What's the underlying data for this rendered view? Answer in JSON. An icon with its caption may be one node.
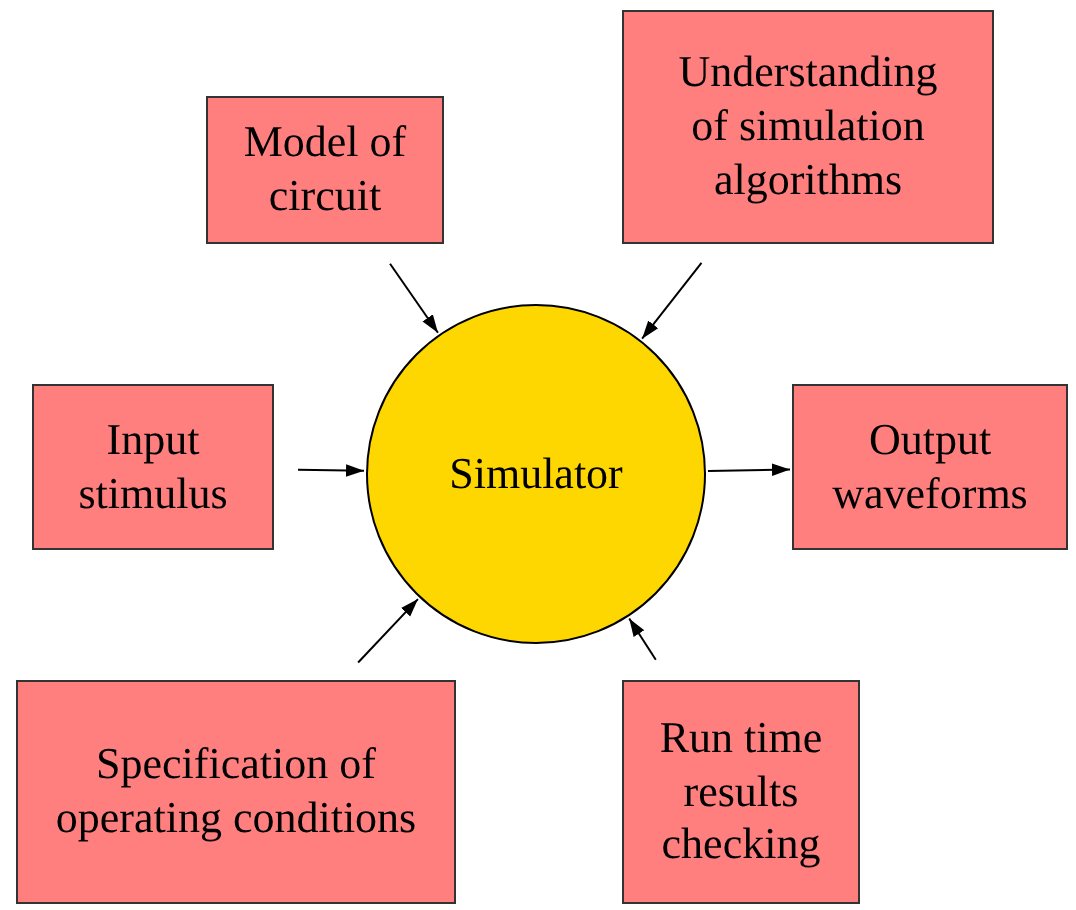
{
  "diagram": {
    "nodes": [
      {
        "text": [
          "Model of circuit"
        ]
      },
      {
        "text": [
          "Understanding of simulation algorithms"
        ]
      },
      {
        "text": [
          "Input stimulus"
        ]
      },
      {
        "text": [
          "Simulator"
        ]
      },
      {
        "text": [
          "Output waveforms"
        ]
      },
      {
        "text": [
          "Specification of operating conditions"
        ]
      },
      {
        "text": [
          "Run time results checking"
        ]
      }
    ],
    "edges": [
      {
        "from": 0,
        "to": 3,
        "arrow": "to"
      },
      {
        "from": 1,
        "to": 3,
        "arrow": "to"
      },
      {
        "from": 2,
        "to": 3,
        "arrow": "to"
      },
      {
        "from": 3,
        "to": 4,
        "arrow": "to"
      },
      {
        "from": 5,
        "to": 3,
        "arrow": "to"
      },
      {
        "from": 6,
        "to": 3,
        "arrow": "to"
      }
    ]
  }
}
